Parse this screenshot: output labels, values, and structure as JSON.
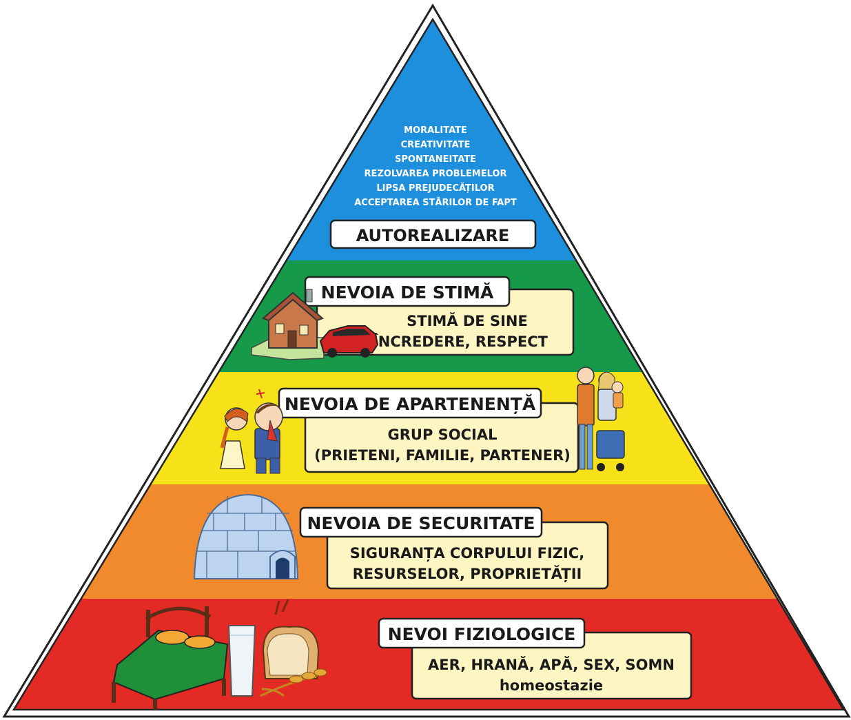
{
  "diagram": {
    "levels": [
      {
        "id": "autorealizare",
        "title": "AUTOREALIZARE",
        "items": [
          "MORALITATE",
          "CREATIVITATE",
          "SPONTANEITATE",
          "REZOLVAREA PROBLEMELOR",
          "LIPSA PREJUDECĂȚILOR",
          "ACCEPTAREA STĂRILOR DE FAPT"
        ],
        "color": "#1e8fdc"
      },
      {
        "id": "stima",
        "title": "NEVOIA DE STIMĂ",
        "desc_line1": "STIMĂ DE SINE",
        "desc_line2": "ÎNCREDERE, RESPECT",
        "color": "#169a4a"
      },
      {
        "id": "apartenenta",
        "title": "NEVOIA DE APARTENENȚĂ",
        "desc_line1": "GRUP SOCIAL",
        "desc_line2": "(PRIETENI, FAMILIE, PARTENER)",
        "color": "#f7e21a"
      },
      {
        "id": "securitate",
        "title": "NEVOIA DE SECURITATE",
        "desc_line1": "SIGURANȚA CORPULUI FIZIC,",
        "desc_line2": "RESURSELOR, PROPRIETĂȚII",
        "color": "#f08a2c"
      },
      {
        "id": "fiziologice",
        "title": "NEVOI FIZIOLOGICE",
        "desc_line1": "AER, HRANĂ, APĂ, SEX, SOMN",
        "desc_line2": "homeostazie",
        "color": "#e32a24"
      }
    ],
    "illustrations": [
      "house-icon",
      "car-icon",
      "kissing-children-icon",
      "family-icon",
      "igloo-icon",
      "bed-icon",
      "glass-of-water-icon",
      "bread-icon",
      "wheat-icon"
    ]
  }
}
